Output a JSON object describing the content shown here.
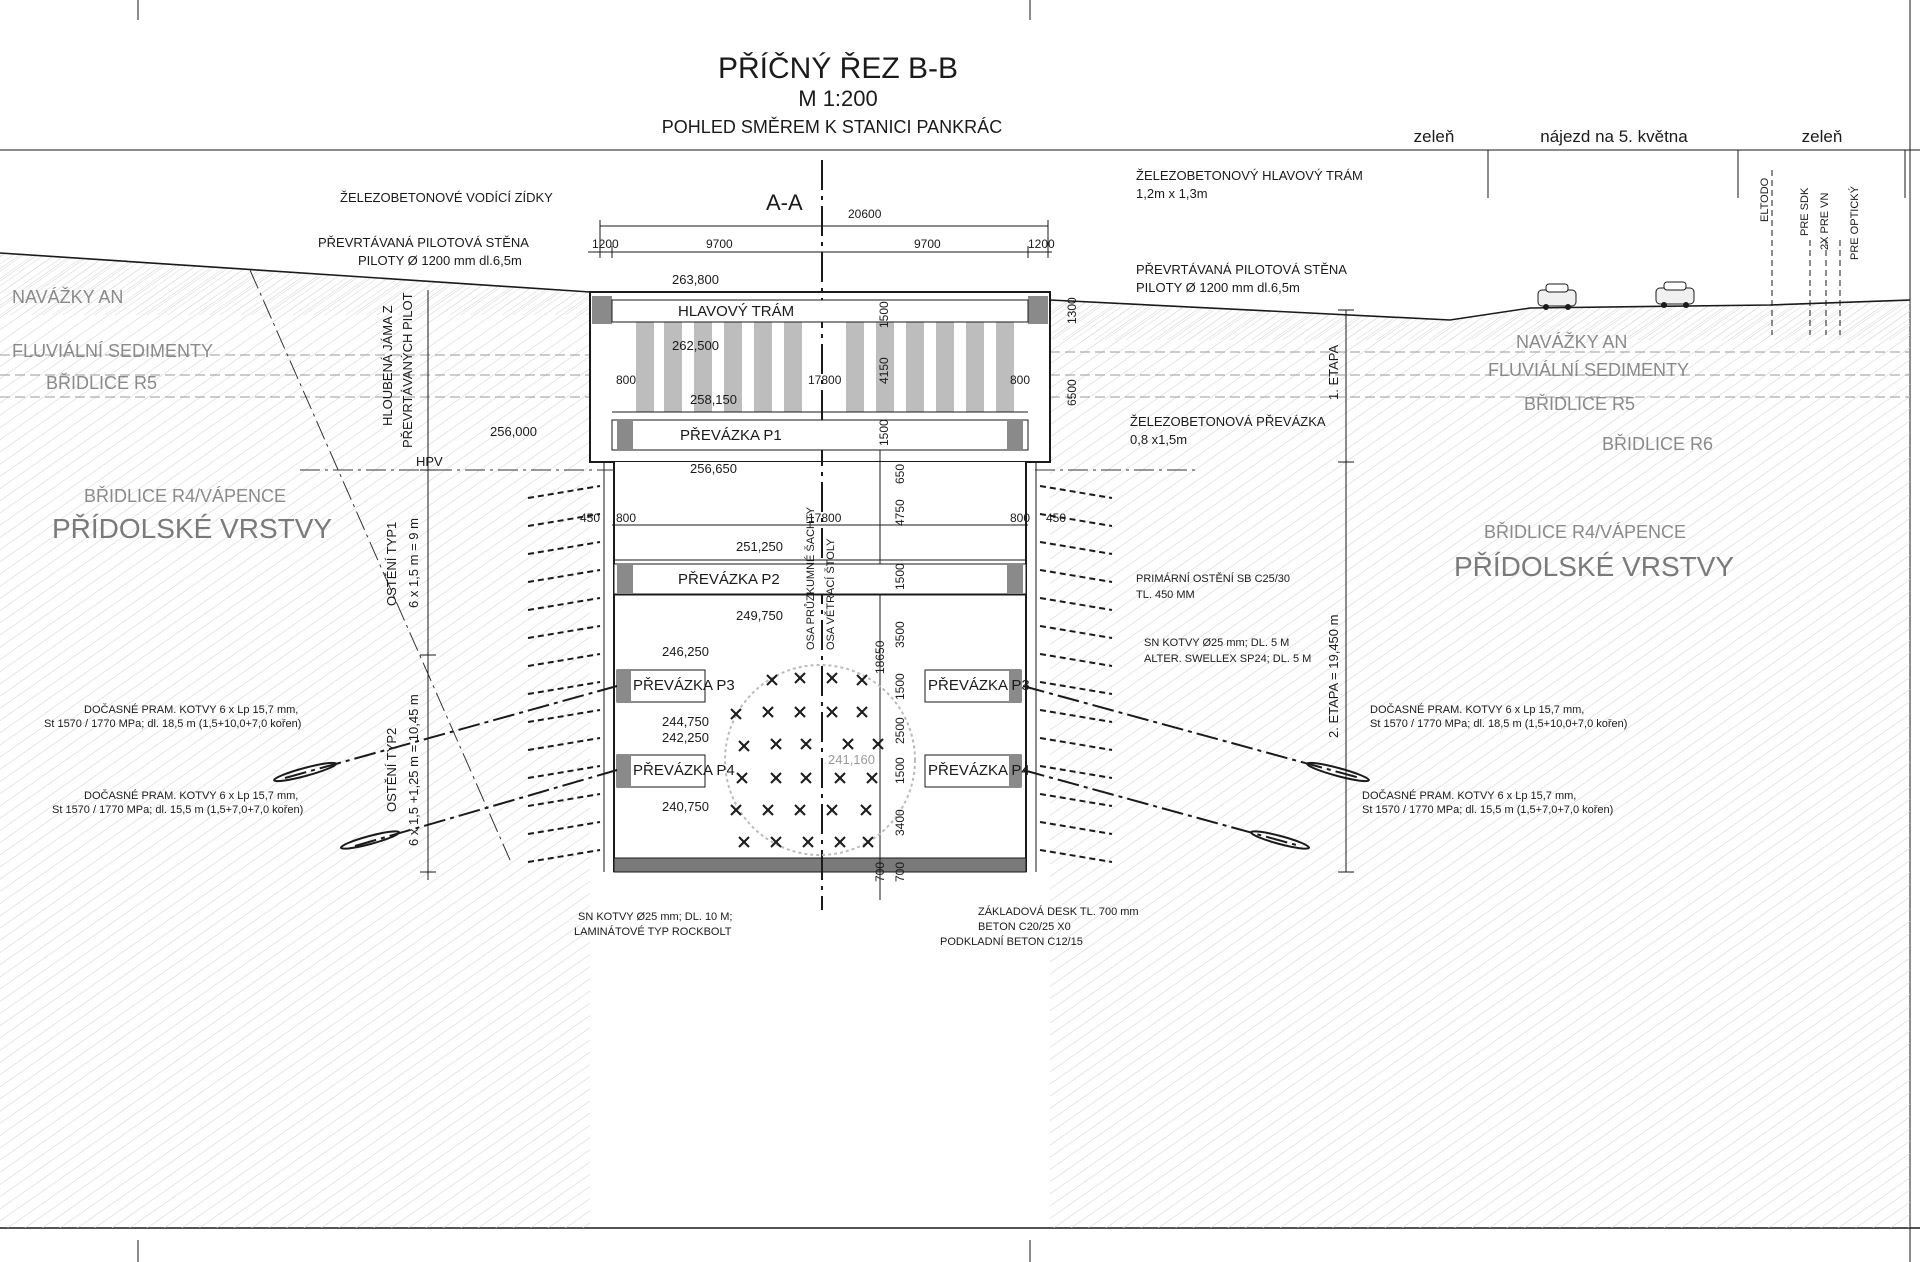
{
  "drawing": {
    "title": "PŘÍČNÝ ŘEZ B-B",
    "scale": "M 1:200",
    "view_direction": "POHLED SMĚREM K STANICI PANKRÁC",
    "section_mark": "A-A"
  },
  "road_profile": {
    "left": "zeleň",
    "middle": "nájezd na 5. května",
    "right": "zeleň"
  },
  "utilities": [
    "ELTODO",
    "PRE SDK",
    "2X PRE VN",
    "PRE OPTICKÝ"
  ],
  "strata_left": {
    "fill": "NAVÁŽKY AN",
    "fluvial": "FLUVIÁLNÍ SEDIMENTY",
    "shale_r5": "BŘIDLICE R5",
    "shale_r4": "BŘIDLICE R4/VÁPENCE",
    "formation": "PŘÍDOLSKÉ VRSTVY"
  },
  "strata_right": {
    "fill": "NAVÁŽKY AN",
    "fluvial": "FLUVIÁLNÍ SEDIMENTY",
    "shale_r5": "BŘIDLICE R5",
    "shale_r6": "BŘIDLICE R6",
    "shale_r4": "BŘIDLICE R4/VÁPENCE",
    "formation": "PŘÍDOLSKÉ VRSTVY"
  },
  "annotations": {
    "guide_walls": "ŽELEZOBETONOVÉ VODÍCÍ ZÍDKY",
    "pile_wall_left_1": "PŘEVRTÁVANÁ PILOTOVÁ STĚNA",
    "pile_wall_left_2": "PILOTY Ø 1200 mm dl.6,5m",
    "head_beam_1": "ŽELEZOBETONOVÝ HLAVOVÝ TRÁM",
    "head_beam_2": "1,2m x 1,3m",
    "pile_wall_right_1": "PŘEVRTÁVANÁ PILOTOVÁ STĚNA",
    "pile_wall_right_2": "PILOTY Ø 1200 mm dl.6,5m",
    "strut_1": "ŽELEZOBETONOVÁ PŘEVÁZKA",
    "strut_2": "0,8 x1,5m",
    "lining_1": "PRIMÁRNÍ OSTĚNÍ SB C25/30",
    "lining_2": "TL. 450 MM",
    "bolts_1": "SN KOTVY Ø25 mm; DL. 5 M",
    "bolts_2": "ALTER. SWELLEX SP24; DL. 5 M",
    "anchor_upper_1": "DOČASNÉ PRAM. KOTVY 6 x Lp 15,7 mm,",
    "anchor_upper_2": "St 1570 / 1770 MPa; dl. 18,5 m (1,5+10,0+7,0 kořen)",
    "anchor_lower_1": "DOČASNÉ PRAM. KOTVY 6 x Lp 15,7 mm,",
    "anchor_lower_2": "St 1570 / 1770 MPa; dl. 15,5 m (1,5+7,0+7,0 kořen)",
    "rockbolt_1": "SN KOTVY Ø25 mm; DL. 10 M;",
    "rockbolt_2": "LAMINÁTOVÉ TYP ROCKBOLT",
    "base_slab_1": "ZÁKLADOVÁ DESK TL. 700 mm",
    "base_slab_2": "BETON C20/25 X0",
    "base_slab_3": "PODKLADNÍ BETON C12/15",
    "pit": "HLOUBENÁ JÁMA Z",
    "pit_2": "PŘEVRTÁVANÝCH PILOT",
    "lining_type1": "OSTĚNÍ TYP1",
    "lining_type1_dim": "6 x 1,5 m = 9 m",
    "lining_type2": "OSTĚNÍ TYP2",
    "lining_type2_dim": "6 x 1,5 +1,25 m = 10,45 m",
    "axis_shaft": "OSA PRŮZKUMNÉ ŠACHTY",
    "axis_adit": "OSA VĚTRACÍ ŠTOLY",
    "stage_1": "1. ETAPA",
    "stage_2": "2. ETAPA = 19,450 m",
    "hpv": "HPV"
  },
  "beams": {
    "head": "HLAVOVÝ TRÁM",
    "p1": "PŘEVÁZKA P1",
    "p2": "PŘEVÁZKA P2",
    "p3_left": "PŘEVÁZKA P3",
    "p3_right": "PŘEVÁZKA P3",
    "p4_left": "PŘEVÁZKA P4",
    "p4_right": "PŘEVÁZKA P4"
  },
  "elevations": {
    "top": "263,800",
    "head_bottom": "262,500",
    "p1_top": "258,150",
    "hpv": "256,000",
    "p1_bottom": "256,650",
    "p2_top": "251,250",
    "p2_bottom": "249,750",
    "p3_top": "246,250",
    "p3_bottom": "244,750",
    "p4_top": "242,250",
    "p4_bottom": "240,750",
    "adit": "241,160"
  },
  "dimensions": {
    "total_width": "20600",
    "half_left": "9700",
    "half_right": "9700",
    "pile_left": "1200",
    "pile_right": "1200",
    "inner_width_1": "17800",
    "inner_width_2": "17800",
    "wall_800_l1": "800",
    "wall_800_r1": "800",
    "wall_800_l2": "800",
    "wall_800_r2": "800",
    "lining_450_l": "450",
    "lining_450_r": "450",
    "h_1300": "1300",
    "h_6500": "6500",
    "h_1500_a": "1500",
    "h_4150": "4150",
    "h_1500_b": "1500",
    "h_650": "650",
    "h_4750": "4750",
    "h_1500_c": "1500",
    "h_3500": "3500",
    "h_18650": "18650",
    "h_1500_d": "1500",
    "h_2500": "2500",
    "h_1500_e": "1500",
    "h_3400": "3400",
    "h_700_a": "700",
    "h_700_b": "700"
  },
  "colors": {
    "line": "#1a1a1a",
    "hatch": "#cfcfcf",
    "strata_text": "#8a8a8a",
    "beam_fill": "#e6e6e6",
    "column_fill": "#bdbdbd"
  }
}
